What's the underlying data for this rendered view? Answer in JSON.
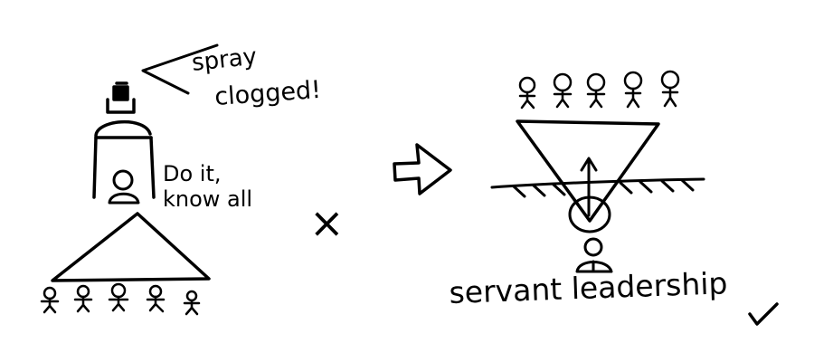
{
  "left_panel": {
    "callout_line1": "spray",
    "callout_line2": "clogged!",
    "leader_line1": "Do it,",
    "leader_line2": "know all",
    "verdict_mark": "×"
  },
  "right_panel": {
    "caption": "servant leadership",
    "verdict_mark": "✓"
  },
  "colors": {
    "ink": "#000000",
    "background": "#ffffff"
  }
}
